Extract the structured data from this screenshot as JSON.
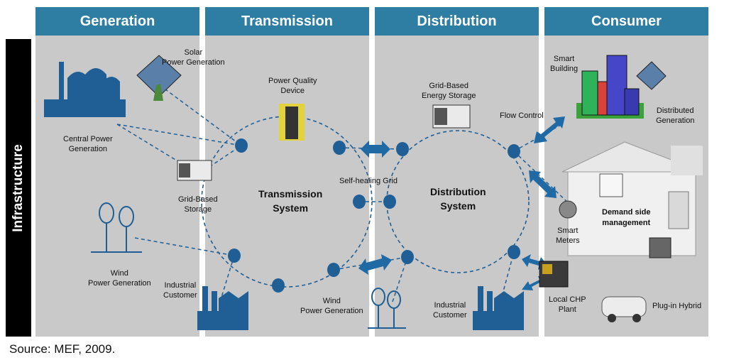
{
  "headers": [
    "Generation",
    "Transmission",
    "Distribution",
    "Consumer"
  ],
  "sidebar_label": "Infrastructure",
  "labels": {
    "solar": "Solar\nPower Generation",
    "central": "Central Power\nGeneration",
    "grid_storage": "Grid-Based\nStorage",
    "wind_gen": "Wind\nPower Generation",
    "industrial_gen": "Industrial\nCustomer",
    "pq_device": "Power Quality\nDevice",
    "wind_trans": "Wind\nPower Generation",
    "self_healing": "Self-healing Grid",
    "grid_energy_storage": "Grid-Based\nEnergy Storage",
    "flow_control": "Flow Control",
    "industrial_dist": "Industrial\nCustomer",
    "smart_building": "Smart\nBuilding",
    "distributed_gen": "Distributed\nGeneration",
    "smart_meters": "Smart\nMeters",
    "local_chp": "Local CHP\nPlant",
    "plug_in_hybrid": "Plug-in Hybrid"
  },
  "rings": {
    "transmission": "Transmission\nSystem",
    "distribution": "Distribution\nSystem"
  },
  "demand_side": "Demand side\nmanagement",
  "source": "Source: MEF, 2009.",
  "colors": {
    "header": "#2e7ea3",
    "panel": "#c9c9c9",
    "node": "#1f5f95",
    "arrow": "#1f6aa5"
  }
}
